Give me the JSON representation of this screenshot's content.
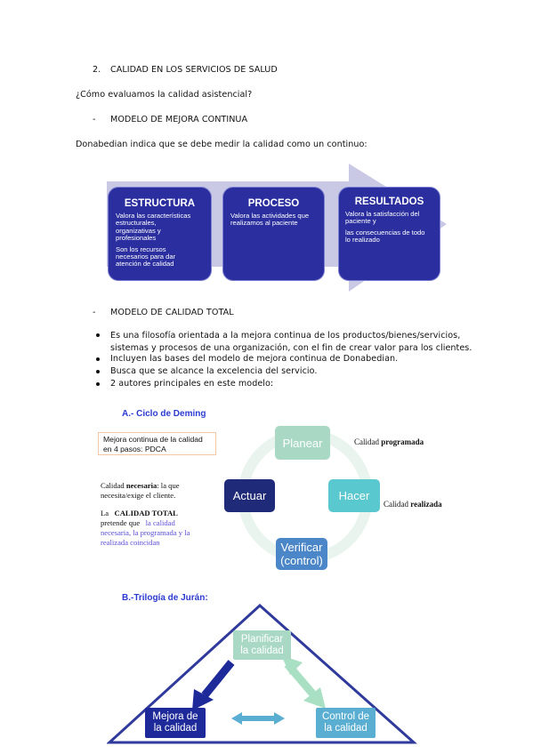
{
  "section": {
    "number": "2.",
    "title": "CALIDAD EN LOS SERVICIOS DE SALUD",
    "question": "¿Cómo evaluamos la calidad asistencial?",
    "subsection1_dash": "-",
    "subsection1": "MODELO DE MEJORA CONTINUA",
    "intro": "Donabedian indica que se debe medir la calidad como un continuo:"
  },
  "donabedian": {
    "boxes": [
      {
        "title": "ESTRUCTURA",
        "lines": [
          "Valora las características",
          "estructurales,",
          "organizativas y",
          "profesionales",
          "",
          "Son los recursos",
          "necesarios para dar",
          "atención de calidad"
        ]
      },
      {
        "title": "PROCESO",
        "lines": [
          "Valora las actividades que",
          "realizamos al paciente"
        ]
      },
      {
        "title": "RESULTADOS",
        "lines": [
          "Valora la satisfacción del",
          "paciente y",
          "",
          "las consecuencias de todo",
          "lo realizado"
        ]
      }
    ],
    "colors": {
      "box": "#2a2e9e",
      "arrow": "#c9c9e6"
    }
  },
  "total_quality": {
    "dash": "-",
    "title": "MODELO DE CALIDAD TOTAL",
    "bullets": [
      [
        "Es una filosofía orientada a la mejora continua de los productos/bienes/servicios,",
        "sistemas y procesos de una organización, con el fin de crear valor para los clientes."
      ],
      [
        "Incluyen las bases del modelo de mejora continua de Donabedian."
      ],
      [
        "Busca que se alcance la excelencia del servicio."
      ],
      [
        "2 autores principales en este modelo:"
      ]
    ]
  },
  "deming": {
    "title": "A.- Ciclo de Deming",
    "note_box": [
      "Mejora continua de la calidad",
      "en 4 pasos: PDCA"
    ],
    "nodes": {
      "plan": "Planear",
      "do": "Hacer",
      "check": [
        "Verificar",
        "(control)"
      ],
      "act": "Actuar"
    },
    "label_programada_a": "Calidad ",
    "label_programada_b": "programada",
    "label_realizada_a": "Calidad ",
    "label_realizada_b": "realizada",
    "necesaria": {
      "a": "Calidad ",
      "b": "necesaria",
      "c": ": la que",
      "line2": "necesita/exige el cliente."
    },
    "total": {
      "l1a": "La ",
      "l1b": "CALIDAD TOTAL",
      "l2a": "pretende que ",
      "l2b": "la calidad",
      "l3": "necesaria, la programada y la",
      "l4": "realizada coincidan"
    },
    "colors": {
      "plan": "#a9d9c4",
      "do": "#5ac8cf",
      "check": "#4a86c8",
      "act": "#1f2a78",
      "ring": "#eaf4ee"
    }
  },
  "juran": {
    "title": "B.-Trilogía de Jurán:",
    "nodes": {
      "plan": [
        "Planificar",
        "la calidad"
      ],
      "improve": [
        "Mejora de",
        "la calidad"
      ],
      "control": [
        "Control de",
        "la calidad"
      ]
    },
    "colors": {
      "plan": "#a9d9c4",
      "improve": "#1f2a9a",
      "control": "#5aaed2",
      "triangle": "#2f3a9c"
    }
  }
}
